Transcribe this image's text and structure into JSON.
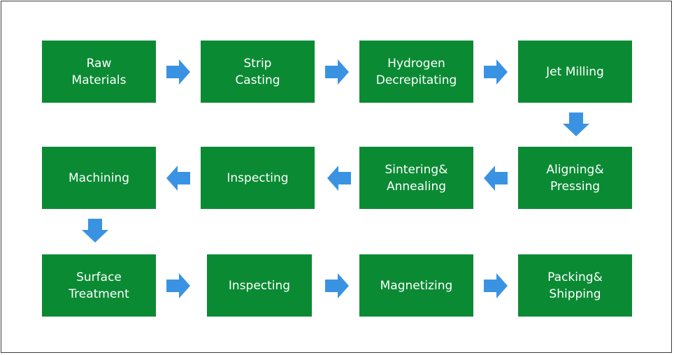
{
  "colors": {
    "box_fill": "#0b8a34",
    "box_text": "#ffffff",
    "arrow": "#3a93e2",
    "border": "#3c3c3c"
  },
  "steps": [
    {
      "label": "Raw\nMaterials"
    },
    {
      "label": "Strip\nCasting"
    },
    {
      "label": "Hydrogen\nDecrepitating"
    },
    {
      "label": "Jet Milling"
    },
    {
      "label": "Aligning&\nPressing"
    },
    {
      "label": "Sintering&\nAnnealing"
    },
    {
      "label": "Inspecting"
    },
    {
      "label": "Machining"
    },
    {
      "label": "Surface\nTreatment"
    },
    {
      "label": "Inspecting"
    },
    {
      "label": "Magnetizing"
    },
    {
      "label": "Packing&\nShipping"
    }
  ]
}
